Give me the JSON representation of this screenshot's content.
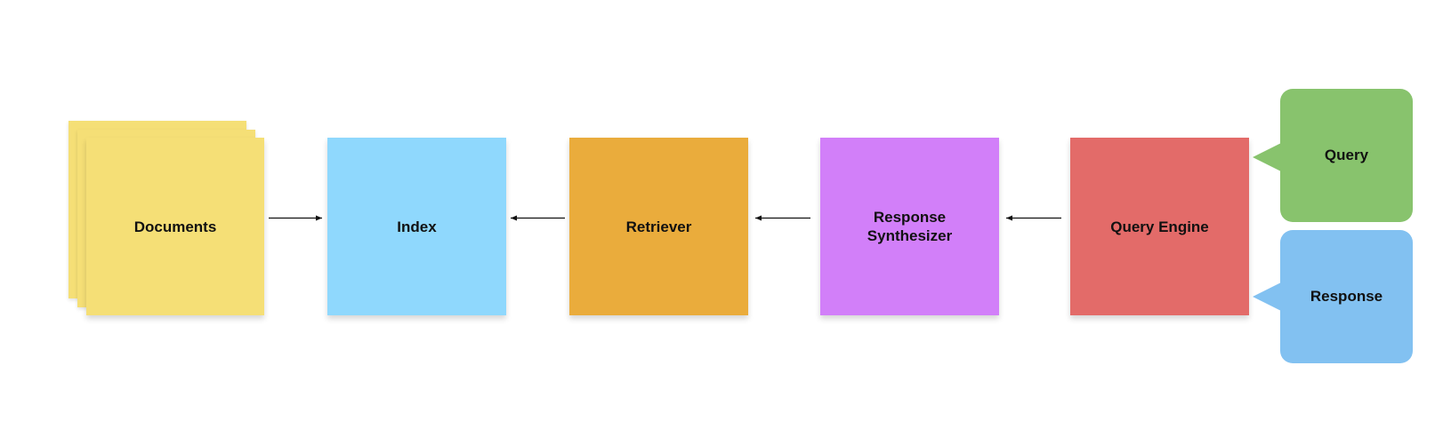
{
  "nodes": {
    "documents": {
      "label": "Documents",
      "color": "#F5DF76"
    },
    "index": {
      "label": "Index",
      "color": "#8FD8FD"
    },
    "retriever": {
      "label": "Retriever",
      "color": "#EAAC3C"
    },
    "response_synthesizer": {
      "label": "Response\nSynthesizer",
      "color": "#D27FF9"
    },
    "query_engine": {
      "label": "Query Engine",
      "color": "#E36B69"
    }
  },
  "callouts": {
    "query": {
      "label": "Query",
      "color": "#88C36D"
    },
    "response": {
      "label": "Response",
      "color": "#82C1F1"
    }
  },
  "edges": [
    {
      "from": "Documents",
      "to": "Index"
    },
    {
      "from": "Retriever",
      "to": "Index"
    },
    {
      "from": "Response Synthesizer",
      "to": "Retriever"
    },
    {
      "from": "Query Engine",
      "to": "Response Synthesizer"
    }
  ]
}
